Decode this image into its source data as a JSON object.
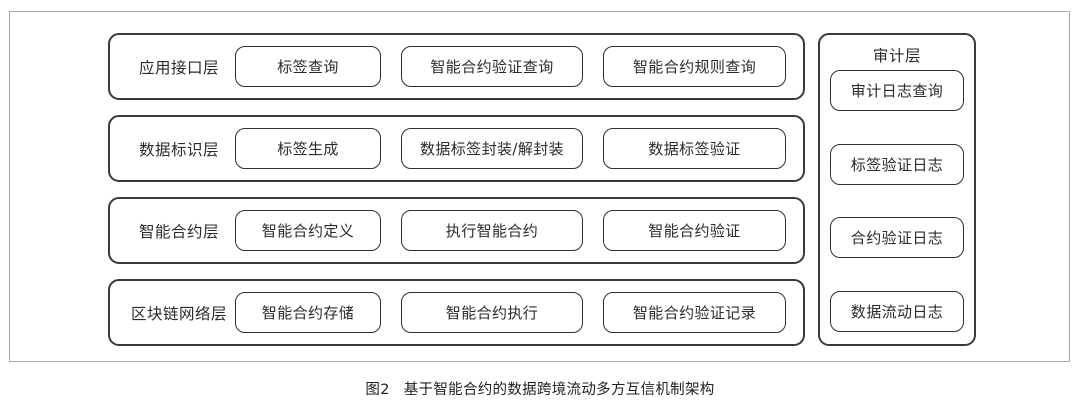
{
  "figure": {
    "caption_number": "图2",
    "caption_text": "基于智能合约的数据跨境流动多方互信机制架构"
  },
  "colors": {
    "outer_frame": "#a8a8a8",
    "row_border": "#3a3a3a",
    "pill_border": "#2f2f2f",
    "text": "#2b2b2b",
    "background": "#ffffff"
  },
  "layers": [
    {
      "label": "应用接口层",
      "modules": [
        "标签查询",
        "智能合约验证查询",
        "智能合约规则查询"
      ]
    },
    {
      "label": "数据标识层",
      "modules": [
        "标签生成",
        "数据标签封装/解封装",
        "数据标签验证"
      ]
    },
    {
      "label": "智能合约层",
      "modules": [
        "智能合约定义",
        "执行智能合约",
        "智能合约验证"
      ]
    },
    {
      "label": "区块链网络层",
      "modules": [
        "智能合约存储",
        "智能合约执行",
        "智能合约验证记录"
      ]
    }
  ],
  "audit_panel": {
    "title": "审计层",
    "items": [
      "审计日志查询",
      "标签验证日志",
      "合约验证日志",
      "数据流动日志"
    ]
  }
}
